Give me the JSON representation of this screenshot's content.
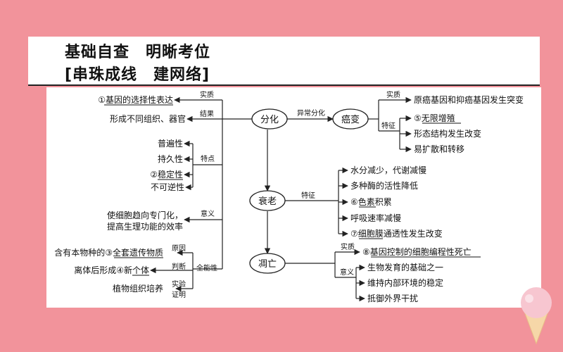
{
  "title": {
    "line1": "基础自查　明晰考位",
    "line2": "[串珠成线　建网络]"
  },
  "nodes": {
    "differentiation": "分化",
    "cancer": "癌变",
    "aging": "衰老",
    "apoptosis": "凋亡"
  },
  "edge_labels": {
    "abnormal_diff": "异常分化",
    "essence": "实质",
    "result": "结果",
    "features": "特点",
    "meaning": "意义",
    "totipotency": "全能性",
    "reason": "原因",
    "judge": "判断",
    "experiment": "实验",
    "proof": "证明",
    "cancer_essence": "实质",
    "cancer_feature": "特征",
    "aging_feature": "特征",
    "apop_essence": "实质",
    "apop_meaning": "意义"
  },
  "left_items": {
    "essence": "①基因的选择性表达",
    "result": "形成不同组织、器官",
    "f1": "普遍性",
    "f2": "持久性",
    "f3": "②稳定性",
    "f4": "不可逆性",
    "meaning1": "使细胞趋向专门化，",
    "meaning2": "提高生理功能的效率",
    "reason": "含有本物种的③全套遗传物质",
    "judge": "离体后形成④新个体",
    "experiment": "植物组织培养"
  },
  "cancer_items": {
    "essence": "原癌基因和抑癌基因发生突变",
    "f1": "⑤无限增殖",
    "f2": "形态结构发生改变",
    "f3": "易扩散和转移"
  },
  "aging_items": {
    "a1": "水分减少，代谢减慢",
    "a2": "多种酶的活性降低",
    "a3": "⑥色素积累",
    "a4": "呼吸速率减慢",
    "a5": "⑦细胞膜通透性发生改变"
  },
  "apoptosis_items": {
    "essence": "⑧基因控制的细胞编程性死亡",
    "m1": "生物发育的基础之一",
    "m2": "维持内部环境的稳定",
    "m3": "抵御外界干扰"
  }
}
